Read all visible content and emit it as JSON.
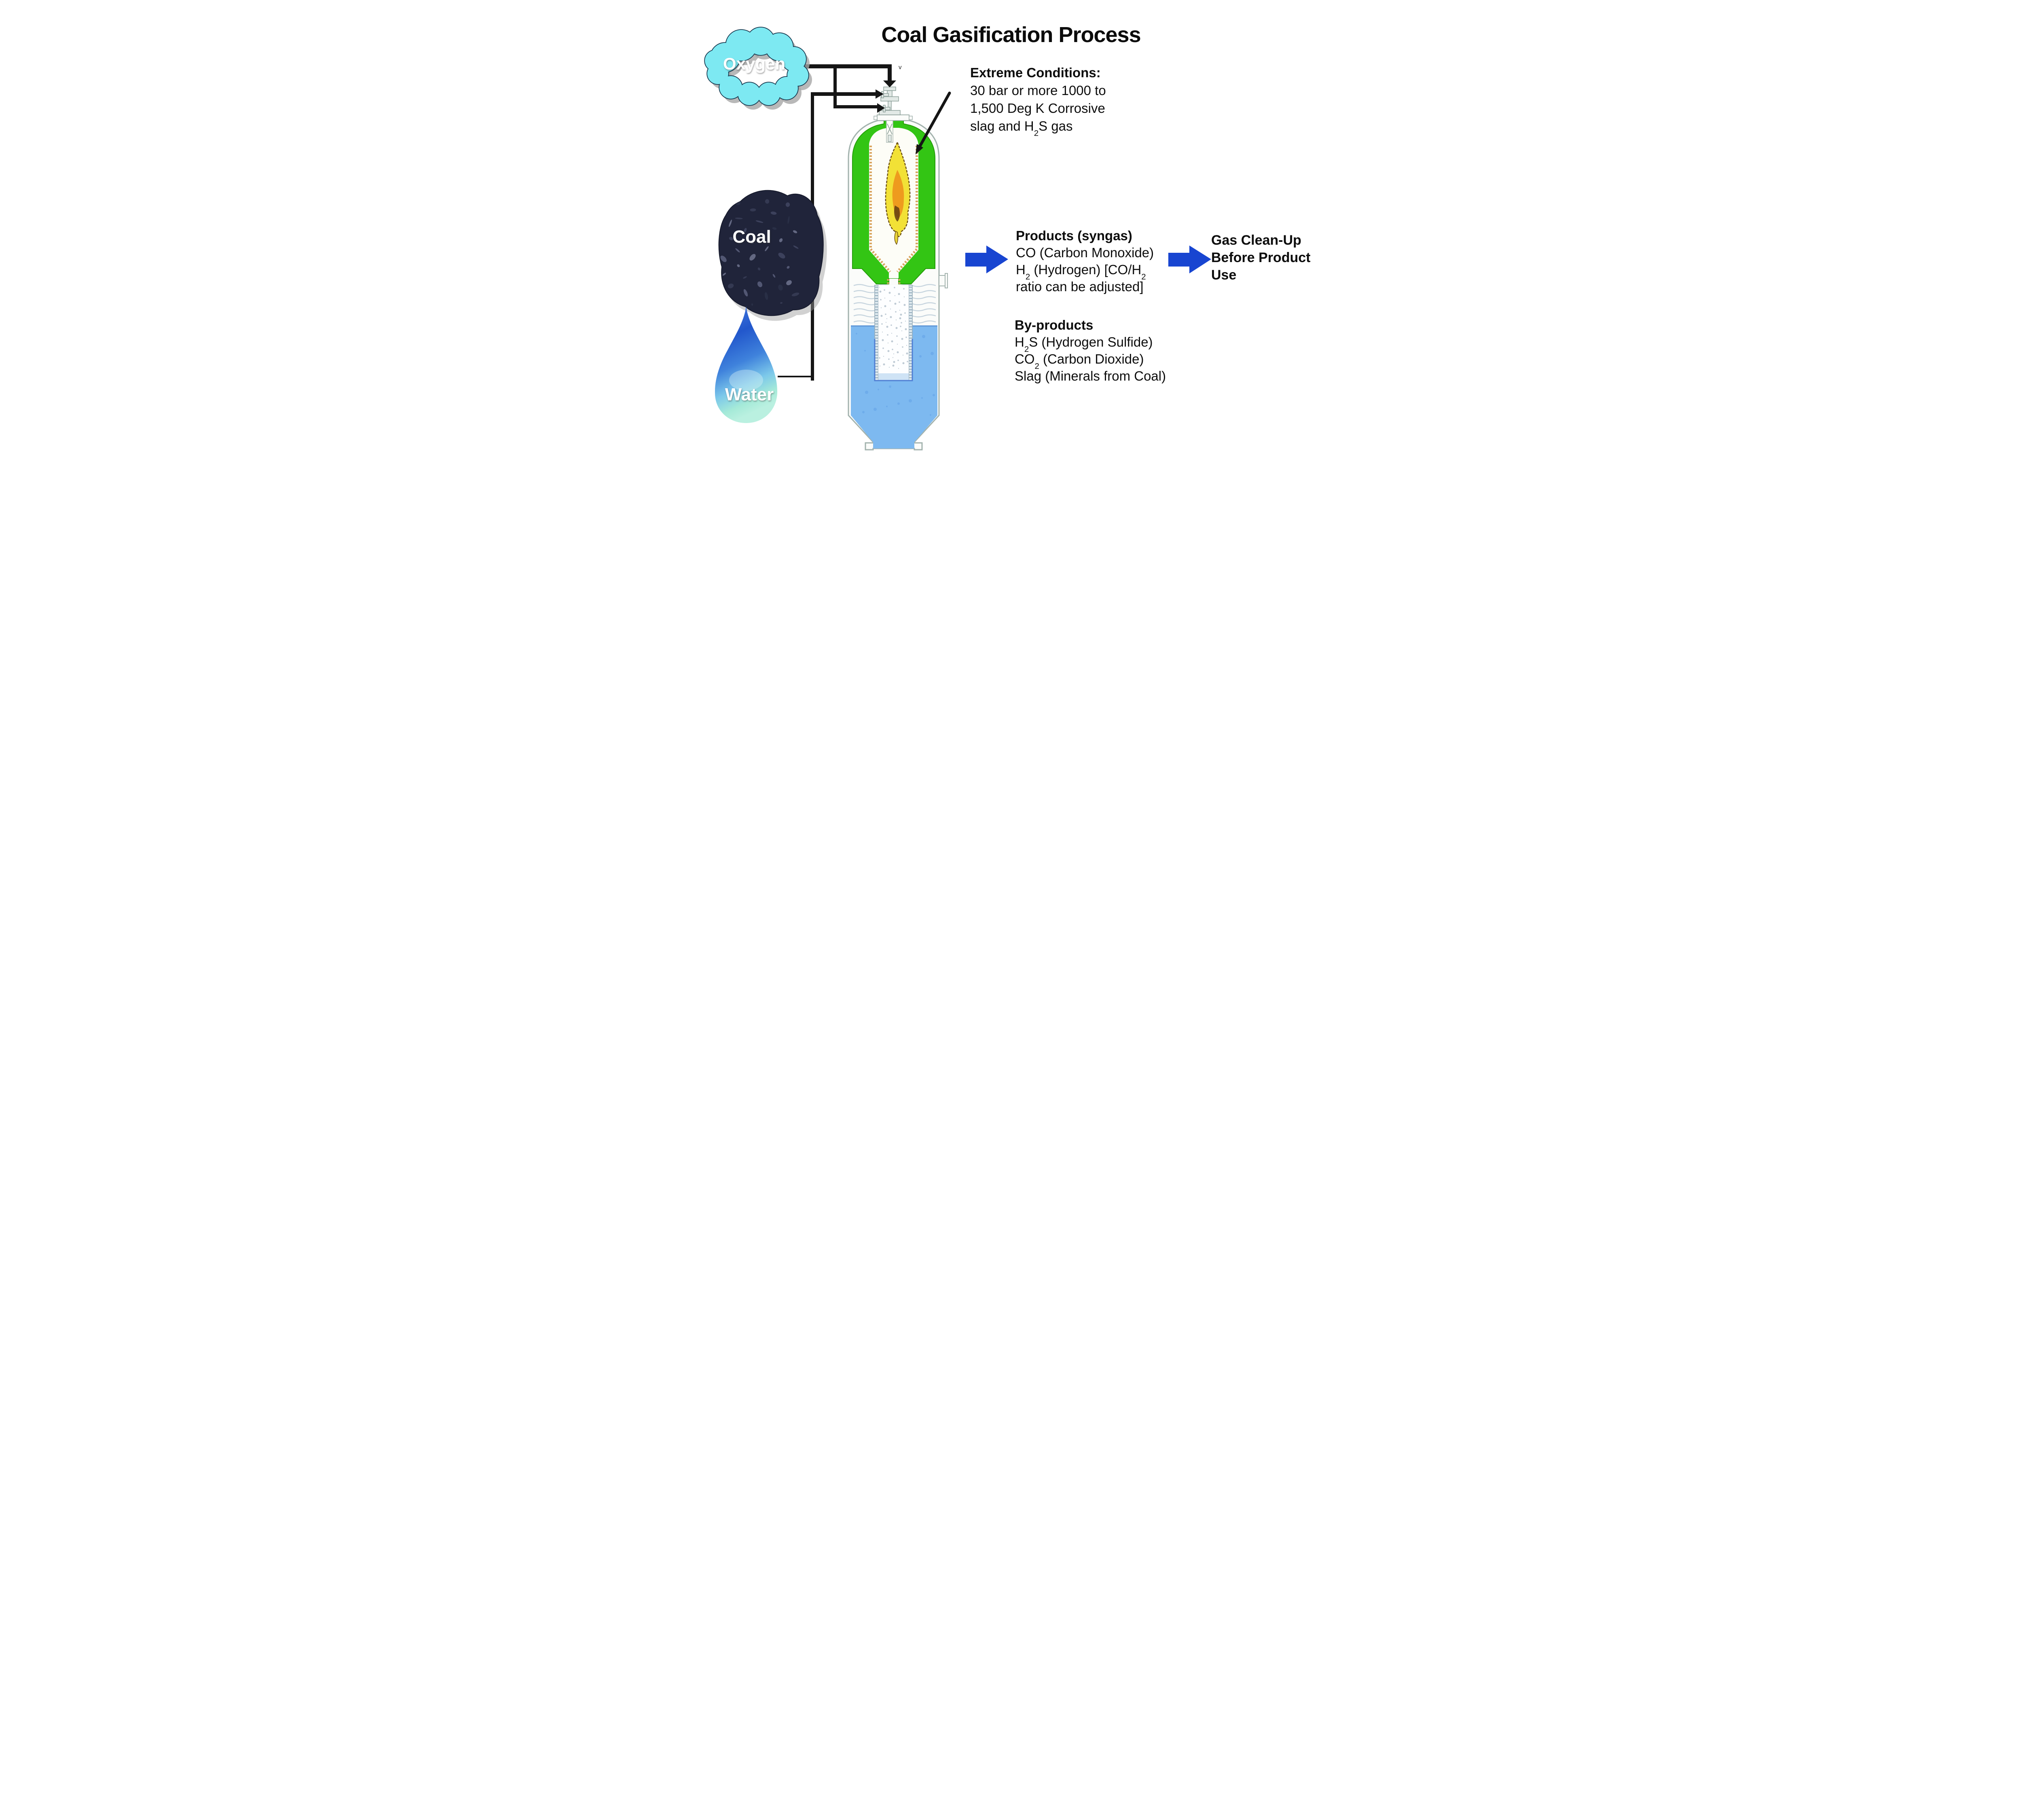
{
  "title": "Coal Gasification Process",
  "inputs": {
    "oxygen": {
      "label": "Oxygen"
    },
    "coal": {
      "label": "Coal"
    },
    "water": {
      "label": "Water"
    }
  },
  "vessel": {
    "valve_marker": "v"
  },
  "annotations": {
    "extreme": {
      "heading": "Extreme Conditions:",
      "lines": [
        "30 bar or more 1000 to",
        "1,500 Deg K Corrosive",
        "slag and H~2~S gas"
      ]
    },
    "products": {
      "heading": "Products (syngas)",
      "lines": [
        "CO (Carbon Monoxide)",
        "H~2~ (Hydrogen) [CO/H~2~",
        "ratio can be adjusted]"
      ]
    },
    "byproducts": {
      "heading": "By-products",
      "lines": [
        "H~2~S (Hydrogen Sulfide)",
        "CO~2~ (Carbon Dioxide)",
        "Slag (Minerals from Coal)"
      ]
    },
    "gas_cleanup": {
      "lines": [
        "Gas Clean-Up",
        "Before Product",
        "Use"
      ]
    }
  },
  "colors": {
    "accent_blue_arrow": "#1845d1",
    "cloud_cyan": "#7de9f2",
    "vessel_green": "#33c514",
    "flame_yellow": "#f2e136",
    "flame_orange": "#ee9b1e",
    "water_blue": "#7db9f0",
    "coal_dark": "#20243a",
    "line_black": "#151515",
    "lining_tan": "#d8a55f"
  }
}
